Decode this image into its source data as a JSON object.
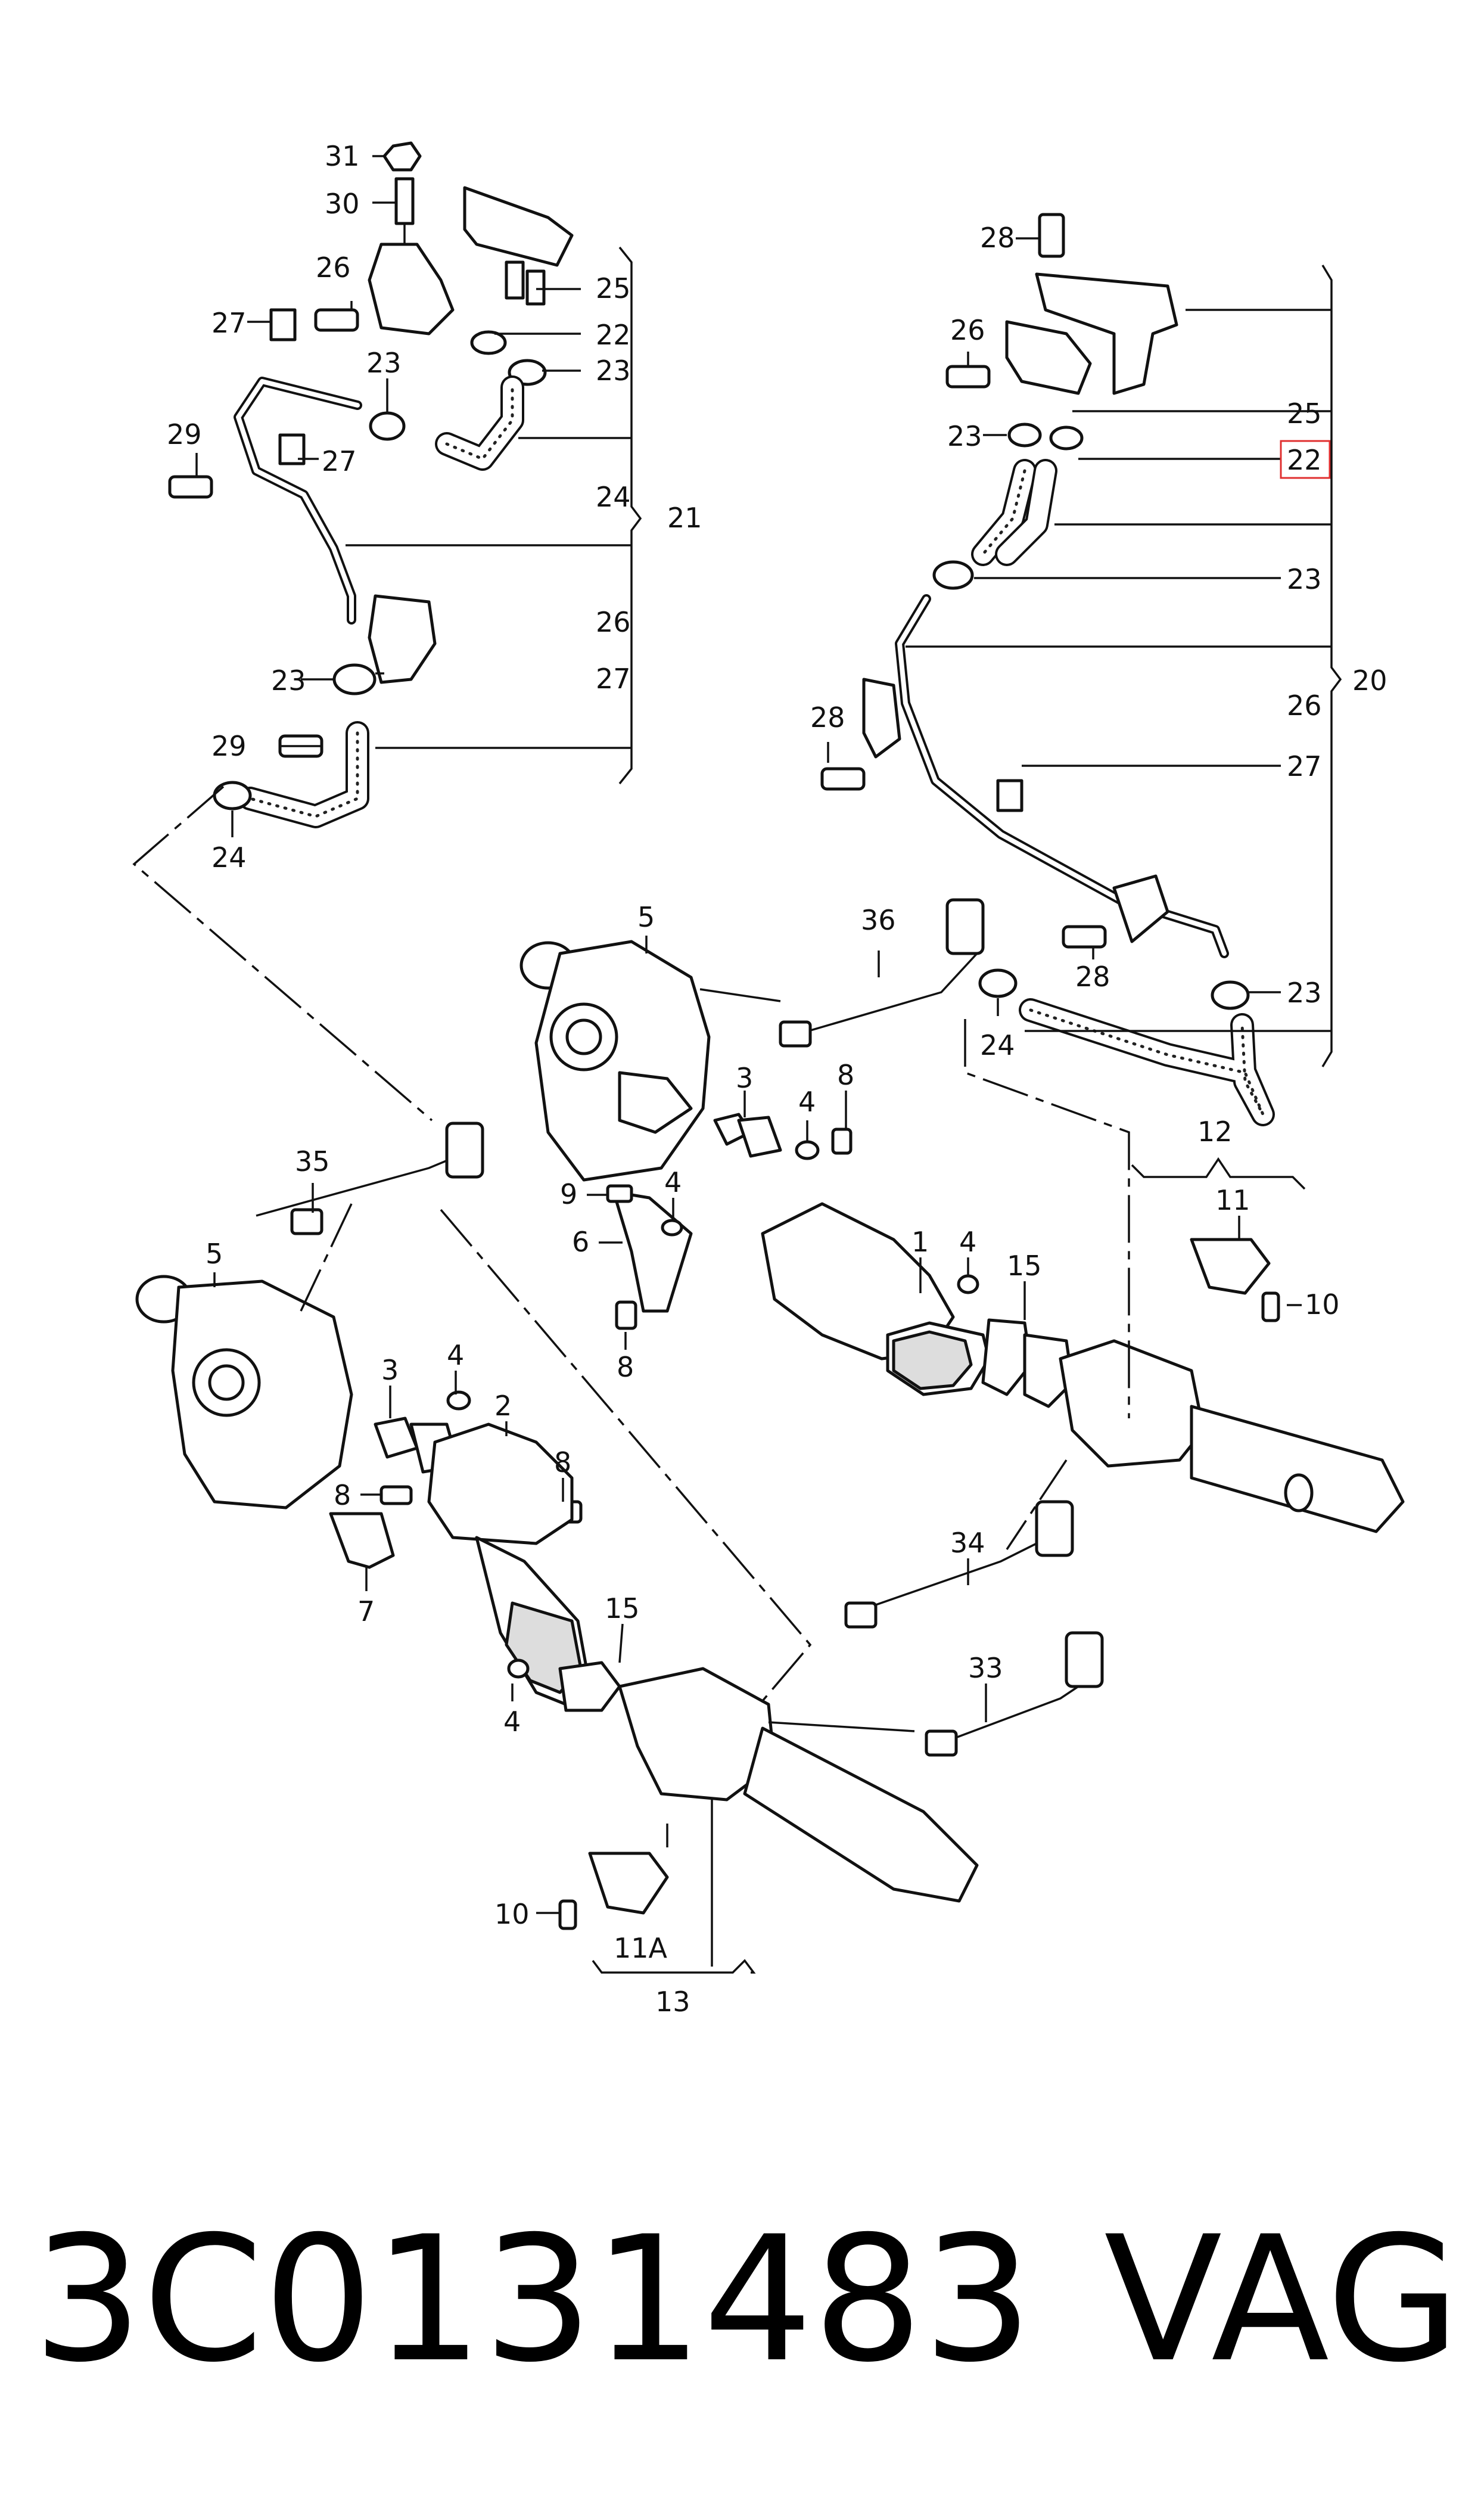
{
  "footer": {
    "part_number": "3C0131483",
    "brand": "VAG"
  },
  "highlighted_callout": "22",
  "callouts": [
    {
      "id": "c31",
      "text": "31"
    },
    {
      "id": "c30",
      "text": "30"
    },
    {
      "id": "c26a",
      "text": "26"
    },
    {
      "id": "c27a",
      "text": "27"
    },
    {
      "id": "c25a",
      "text": "25"
    },
    {
      "id": "c22a",
      "text": "22"
    },
    {
      "id": "c23a",
      "text": "23"
    },
    {
      "id": "c23b",
      "text": "23"
    },
    {
      "id": "c29a",
      "text": "29"
    },
    {
      "id": "c27b",
      "text": "27"
    },
    {
      "id": "c24a",
      "text": "24"
    },
    {
      "id": "c21",
      "text": "21"
    },
    {
      "id": "c26b",
      "text": "26"
    },
    {
      "id": "c27c",
      "text": "27"
    },
    {
      "id": "c23c",
      "text": "23"
    },
    {
      "id": "c29b",
      "text": "29"
    },
    {
      "id": "c24b",
      "text": "24"
    },
    {
      "id": "c28a",
      "text": "28"
    },
    {
      "id": "c26c",
      "text": "26"
    },
    {
      "id": "c25b",
      "text": "25"
    },
    {
      "id": "c23d",
      "text": "23"
    },
    {
      "id": "c22b",
      "text": "22"
    },
    {
      "id": "c23e",
      "text": "23"
    },
    {
      "id": "c28b",
      "text": "28"
    },
    {
      "id": "c26d",
      "text": "26"
    },
    {
      "id": "c20",
      "text": "20"
    },
    {
      "id": "c27d",
      "text": "27"
    },
    {
      "id": "c28c",
      "text": "28"
    },
    {
      "id": "c23f",
      "text": "23"
    },
    {
      "id": "c24c",
      "text": "24"
    },
    {
      "id": "c5a",
      "text": "5"
    },
    {
      "id": "c36",
      "text": "36"
    },
    {
      "id": "c3a",
      "text": "3"
    },
    {
      "id": "c8a",
      "text": "8"
    },
    {
      "id": "c4a",
      "text": "4"
    },
    {
      "id": "c9",
      "text": "9"
    },
    {
      "id": "c4b",
      "text": "4"
    },
    {
      "id": "c6",
      "text": "6"
    },
    {
      "id": "c8b",
      "text": "8"
    },
    {
      "id": "c1",
      "text": "1"
    },
    {
      "id": "c4c",
      "text": "4"
    },
    {
      "id": "c15a",
      "text": "15"
    },
    {
      "id": "c12",
      "text": "12"
    },
    {
      "id": "c11",
      "text": "11"
    },
    {
      "id": "c10a",
      "text": "10"
    },
    {
      "id": "c35",
      "text": "35"
    },
    {
      "id": "c5b",
      "text": "5"
    },
    {
      "id": "c3b",
      "text": "3"
    },
    {
      "id": "c4d",
      "text": "4"
    },
    {
      "id": "c2",
      "text": "2"
    },
    {
      "id": "c8c",
      "text": "8"
    },
    {
      "id": "c8d",
      "text": "8"
    },
    {
      "id": "c7",
      "text": "7"
    },
    {
      "id": "c34",
      "text": "34"
    },
    {
      "id": "c15b",
      "text": "15"
    },
    {
      "id": "c4e",
      "text": "4"
    },
    {
      "id": "c33",
      "text": "33"
    },
    {
      "id": "c10b",
      "text": "10"
    },
    {
      "id": "c11a",
      "text": "11A"
    },
    {
      "id": "c13",
      "text": "13"
    }
  ]
}
